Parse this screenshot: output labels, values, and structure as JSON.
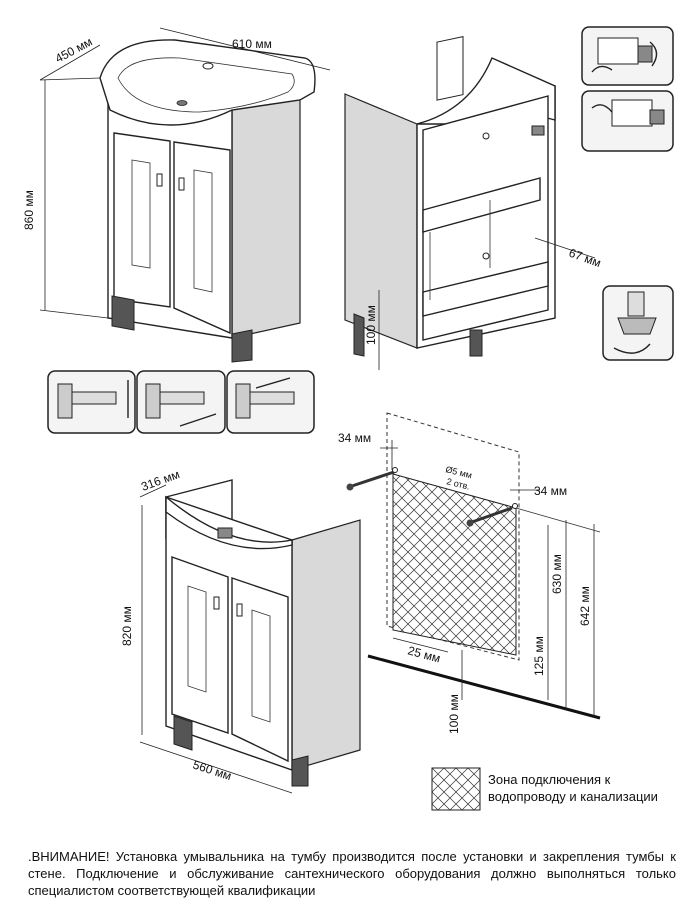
{
  "labels": {
    "top_depth": "450 мм",
    "top_width": "610 мм",
    "total_height": "860 мм",
    "inner_depth": "67 мм",
    "leg_height": "100 мм",
    "cab_depth": "316 мм",
    "cab_height": "820 мм",
    "cab_width": "560 мм",
    "screw_offset_left": "34 мм",
    "screw_offset_right": "34 мм",
    "hole_diameter": "Ø5 мм",
    "hole_count": "2 отв.",
    "zone_left_offset": "25 мм",
    "zone_bottom": "125 мм",
    "zone_height": "630 мм",
    "screw_height": "642 мм",
    "floor_leg_height": "100 мм"
  },
  "legend": {
    "text": "Зона подключения к водопроводу и канализации"
  },
  "warning": {
    "text": ".ВНИМАНИЕ! Установка умывальника на тумбу производится после установки и закрепления тумбы к стене. Подключение и обслуживание сантехнического оборудования должно выполняться только специалистом соответствующей квалификации"
  }
}
